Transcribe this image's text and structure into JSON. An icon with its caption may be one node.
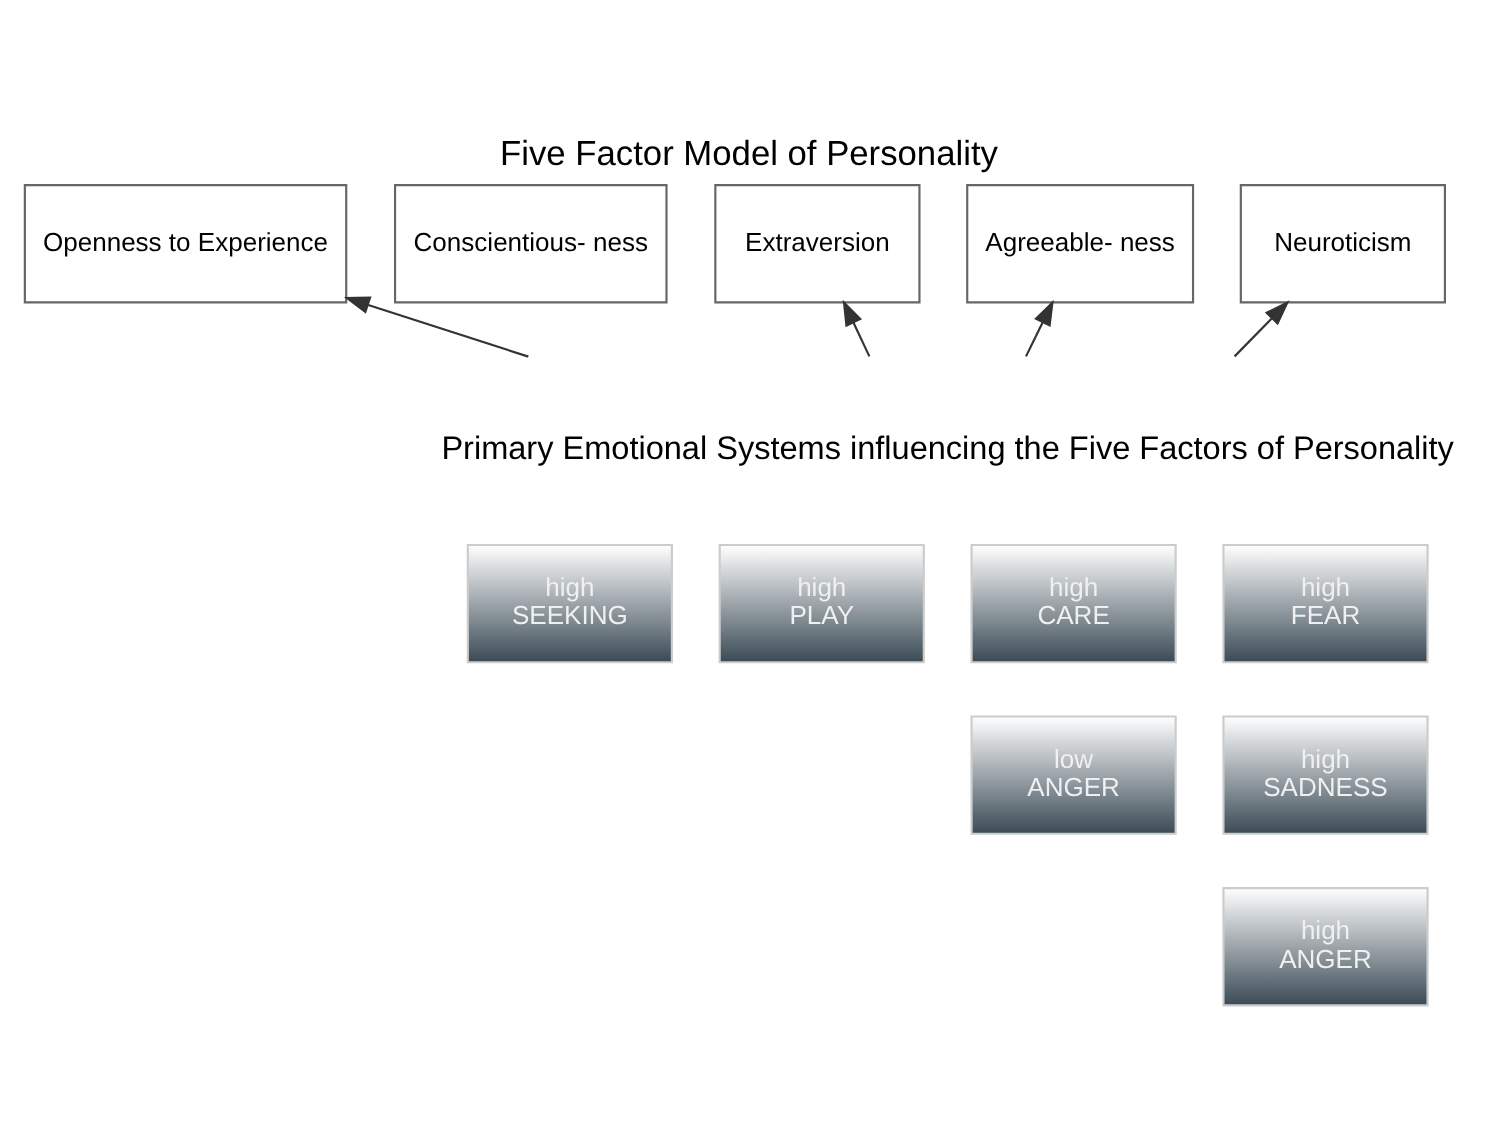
{
  "diagram": {
    "title": "Five Factor Model of Personality",
    "nodes": [
      {
        "text": [
          "Openness to Experience"
        ]
      },
      {
        "text": [
          "Conscientious- ness"
        ]
      },
      {
        "text": [
          "Extraversion"
        ]
      },
      {
        "text": [
          "Agreeable- ness"
        ]
      },
      {
        "text": [
          "Neuroticism"
        ]
      },
      {
        "text": [
          "high",
          "SEEKING"
        ]
      },
      {
        "text": [
          "high",
          "PLAY"
        ]
      },
      {
        "text": [
          "high",
          "CARE"
        ]
      },
      {
        "text": [
          "low",
          "ANGER"
        ]
      },
      {
        "text": [
          "high",
          "FEAR"
        ]
      },
      {
        "text": [
          "high",
          "SADNESS"
        ]
      },
      {
        "text": [
          "high",
          "ANGER"
        ]
      }
    ],
    "edges": [
      {
        "from": null,
        "to": 0,
        "arrow": "to"
      },
      {
        "from": null,
        "to": 2,
        "arrow": "to"
      },
      {
        "from": null,
        "to": 3,
        "arrow": "to"
      },
      {
        "from": null,
        "to": 4,
        "arrow": "to"
      }
    ],
    "labels": [
      "Primary Emotional Systems influencing the Five Factors of Personality"
    ]
  }
}
